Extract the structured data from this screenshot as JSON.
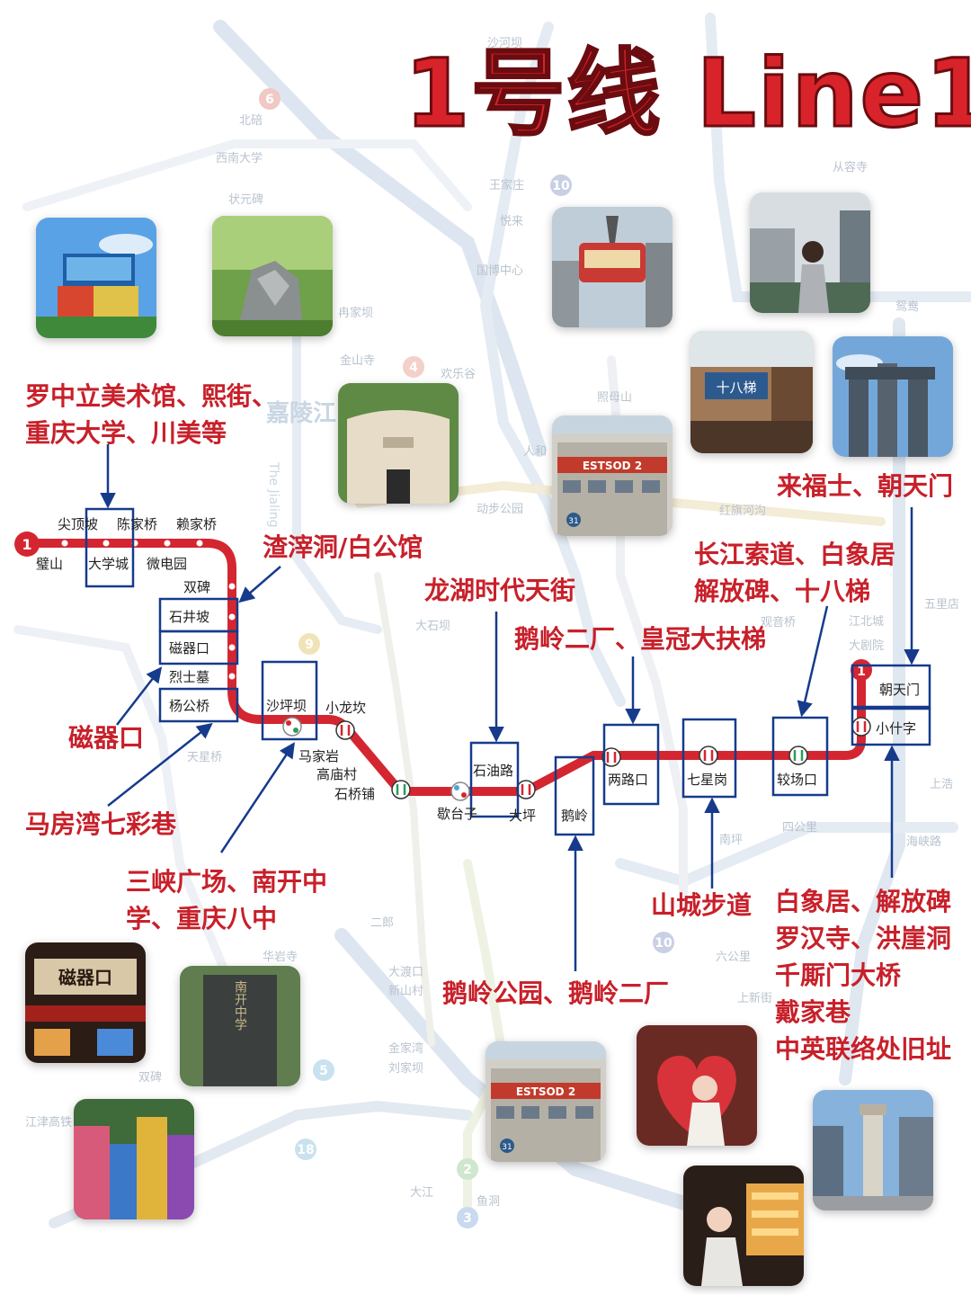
{
  "title": "1号线 Line1",
  "line_badge": "1",
  "stations": {
    "bishan": "璧山",
    "jiandingpo": "尖顶坡",
    "daxuecheng": "大学城",
    "chenjiaqiao": "陈家桥",
    "weidianyuan": "微电园",
    "laijiaqiao": "赖家桥",
    "shuangbei": "双碑",
    "shijingpo": "石井坡",
    "ciqikou": "磁器口",
    "lieshimu": "烈士墓",
    "yanggongqiao": "杨公桥",
    "shapingba": "沙坪坝",
    "xiaolongkan": "小龙坎",
    "majiayan": "马家岩",
    "gaomiaocun": "高庙村",
    "shiqiaopu": "石桥铺",
    "getaizi": "歇台子",
    "shiyoulu": "石油路",
    "daping": "大坪",
    "eling": "鹅岭",
    "lianglukou": "两路口",
    "qixinggang": "七星岗",
    "jiaochangkou": "较场口",
    "chaotianmen": "朝天门",
    "xiaoshizi": "小什字"
  },
  "annotations": {
    "daxuecheng": [
      "罗中立美术馆、熙街、",
      "重庆大学、川美等"
    ],
    "shuangbei": [
      "渣滓洞/白公馆"
    ],
    "ciqikou": [
      "磁器口"
    ],
    "yanggongqiao": [
      "马房湾七彩巷"
    ],
    "shapingba": [
      "三峡广场、南开中",
      "学、重庆八中"
    ],
    "shiyoulu": [
      "龙湖时代天街"
    ],
    "lianglukou": [
      "鹅岭二厂、皇冠大扶梯"
    ],
    "eling": [
      "鹅岭公园、鹅岭二厂"
    ],
    "qixinggang": [
      "山城步道"
    ],
    "jiaochangkou": [
      "长江索道、白象居",
      "解放碑、十八梯"
    ],
    "chaotianmen": [
      "来福士、朝天门"
    ],
    "xiaoshizi": [
      "白象居、解放碑",
      "罗汉寺、洪崖洞",
      "千厮门大桥",
      "戴家巷",
      "中英联络处旧址"
    ]
  },
  "photo_texts": {
    "eling2": "ESTSOD 2",
    "eling2_b": "ESTSOD 2",
    "eighteen": "十八梯",
    "shop": "磁器口",
    "school": "南开中学",
    "number": "31"
  },
  "background_labels": {
    "river": "嘉陵江",
    "river_en": "The Jialing",
    "n1": "沙河坝",
    "n2": "北碚",
    "n3": "西南大学",
    "n4": "状元碑",
    "n5": "王家庄",
    "n6": "悦来",
    "n7": "国博中心",
    "n8": "金山寺",
    "n9": "欢乐谷",
    "n10": "照母山",
    "n11": "人和",
    "n12": "动步公园",
    "n13": "冉家坝",
    "n14": "大石坝",
    "n15": "天星桥",
    "n16": "二郎",
    "n17": "华岩寺",
    "n18": "大渡口",
    "n19": "新山村",
    "n20": "金家湾",
    "n21": "刘家坝",
    "n22": "双碑",
    "n23": "江津高铁",
    "n24": "六公里",
    "n25": "上新街",
    "n26": "南坪",
    "n27": "四公里",
    "n28": "鱼洞",
    "n29": "大江",
    "n30": "从容寺",
    "n31": "鸳鸯",
    "n32": "江北城",
    "n33": "大剧院",
    "n34": "红旗河沟",
    "n35": "观音桥",
    "n36": "五里店",
    "n37": "上浩",
    "n38": "海峡路",
    "line_nums": [
      "6",
      "10",
      "2",
      "3",
      "5",
      "18",
      "10",
      "4",
      "9"
    ]
  }
}
